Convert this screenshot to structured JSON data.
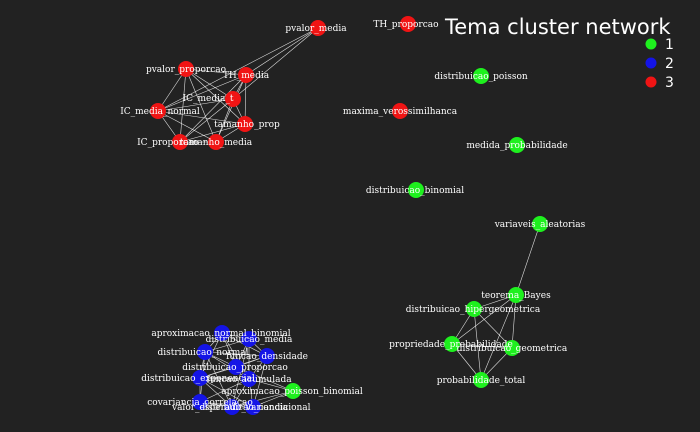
{
  "title": "Tema cluster network",
  "legend": [
    {
      "label": "1",
      "color": "#1ef01e"
    },
    {
      "label": "2",
      "color": "#1414e6"
    },
    {
      "label": "3",
      "color": "#f01414"
    }
  ],
  "colors": {
    "background": "#222222",
    "edge": "#ffffff",
    "label": "#ffffff",
    "cluster_1": "#1ef01e",
    "cluster_2": "#1414e6",
    "cluster_3": "#f01414"
  },
  "nodes": [
    {
      "id": "pvalor_media",
      "cluster": 3
    },
    {
      "id": "TH_proporcao",
      "cluster": 3
    },
    {
      "id": "pvalor_proporcao",
      "cluster": 3
    },
    {
      "id": "TH_media",
      "cluster": 3
    },
    {
      "id": "IC_media_t",
      "cluster": 3
    },
    {
      "id": "IC_media_normal",
      "cluster": 3
    },
    {
      "id": "tamanho_prop",
      "cluster": 3
    },
    {
      "id": "IC_proporcao",
      "cluster": 3
    },
    {
      "id": "tamanho_media",
      "cluster": 3
    },
    {
      "id": "maxima_verossimilhanca",
      "cluster": 3
    },
    {
      "id": "distribuicao_poisson",
      "cluster": 1
    },
    {
      "id": "medida_probabilidade",
      "cluster": 1
    },
    {
      "id": "distribuicao_binomial",
      "cluster": 1
    },
    {
      "id": "variaveis_aleatorias",
      "cluster": 1
    },
    {
      "id": "teorema_Bayes",
      "cluster": 1
    },
    {
      "id": "distribuicao_hipergeometrica",
      "cluster": 1
    },
    {
      "id": "propriedade_probabilidade",
      "cluster": 1
    },
    {
      "id": "distribuicao_geometrica",
      "cluster": 1
    },
    {
      "id": "probabilidade_total",
      "cluster": 1
    },
    {
      "id": "aproximacao_poisson_binomial",
      "cluster": 1
    },
    {
      "id": "aproximacao_normal_binomial",
      "cluster": 2
    },
    {
      "id": "distribuicao_media",
      "cluster": 2
    },
    {
      "id": "distribuicao_normal",
      "cluster": 2
    },
    {
      "id": "funcao_densidade",
      "cluster": 2
    },
    {
      "id": "distribuicao_proporcao",
      "cluster": 2
    },
    {
      "id": "distribuicao_exponencial",
      "cluster": 2
    },
    {
      "id": "funcao_acumulada",
      "cluster": 2
    },
    {
      "id": "covariancia_correlacao",
      "cluster": 2
    },
    {
      "id": "valor_esperado_variancia",
      "cluster": 2
    },
    {
      "id": "distribuicao_condicional",
      "cluster": 2
    }
  ],
  "edges": [
    [
      "pvalor_media",
      "TH_media"
    ],
    [
      "pvalor_media",
      "IC_media_t"
    ],
    [
      "pvalor_media",
      "IC_media_normal"
    ],
    [
      "pvalor_proporcao",
      "TH_media"
    ],
    [
      "pvalor_proporcao",
      "IC_media_t"
    ],
    [
      "pvalor_proporcao",
      "IC_media_normal"
    ],
    [
      "pvalor_proporcao",
      "IC_proporcao"
    ],
    [
      "pvalor_proporcao",
      "tamanho_media"
    ],
    [
      "pvalor_proporcao",
      "tamanho_prop"
    ],
    [
      "TH_media",
      "IC_media_t"
    ],
    [
      "TH_media",
      "IC_media_normal"
    ],
    [
      "TH_media",
      "tamanho_prop"
    ],
    [
      "TH_media",
      "IC_proporcao"
    ],
    [
      "TH_media",
      "tamanho_media"
    ],
    [
      "IC_media_t",
      "IC_media_normal"
    ],
    [
      "IC_media_t",
      "tamanho_prop"
    ],
    [
      "IC_media_t",
      "IC_proporcao"
    ],
    [
      "IC_media_t",
      "tamanho_media"
    ],
    [
      "IC_media_normal",
      "IC_proporcao"
    ],
    [
      "IC_media_normal",
      "tamanho_media"
    ],
    [
      "IC_media_normal",
      "tamanho_prop"
    ],
    [
      "tamanho_prop",
      "tamanho_media"
    ],
    [
      "tamanho_prop",
      "IC_proporcao"
    ],
    [
      "IC_proporcao",
      "tamanho_media"
    ],
    [
      "variaveis_aleatorias",
      "teorema_Bayes"
    ],
    [
      "teorema_Bayes",
      "distribuicao_hipergeometrica"
    ],
    [
      "teorema_Bayes",
      "propriedade_probabilidade"
    ],
    [
      "teorema_Bayes",
      "distribuicao_geometrica"
    ],
    [
      "teorema_Bayes",
      "probabilidade_total"
    ],
    [
      "distribuicao_hipergeometrica",
      "propriedade_probabilidade"
    ],
    [
      "distribuicao_hipergeometrica",
      "distribuicao_geometrica"
    ],
    [
      "distribuicao_hipergeometrica",
      "probabilidade_total"
    ],
    [
      "propriedade_probabilidade",
      "distribuicao_geometrica"
    ],
    [
      "propriedade_probabilidade",
      "probabilidade_total"
    ],
    [
      "distribuicao_geometrica",
      "probabilidade_total"
    ],
    [
      "aproximacao_normal_binomial",
      "distribuicao_media"
    ],
    [
      "aproximacao_normal_binomial",
      "distribuicao_normal"
    ],
    [
      "aproximacao_normal_binomial",
      "funcao_densidade"
    ],
    [
      "aproximacao_normal_binomial",
      "distribuicao_proporcao"
    ],
    [
      "aproximacao_normal_binomial",
      "distribuicao_exponencial"
    ],
    [
      "aproximacao_normal_binomial",
      "funcao_acumulada"
    ],
    [
      "distribuicao_media",
      "distribuicao_normal"
    ],
    [
      "distribuicao_media",
      "funcao_densidade"
    ],
    [
      "distribuicao_media",
      "distribuicao_proporcao"
    ],
    [
      "distribuicao_media",
      "funcao_acumulada"
    ],
    [
      "distribuicao_media",
      "valor_esperado_variancia"
    ],
    [
      "distribuicao_normal",
      "funcao_densidade"
    ],
    [
      "distribuicao_normal",
      "distribuicao_proporcao"
    ],
    [
      "distribuicao_normal",
      "distribuicao_exponencial"
    ],
    [
      "distribuicao_normal",
      "funcao_acumulada"
    ],
    [
      "distribuicao_normal",
      "covariancia_correlacao"
    ],
    [
      "distribuicao_normal",
      "valor_esperado_variancia"
    ],
    [
      "funcao_densidade",
      "distribuicao_proporcao"
    ],
    [
      "funcao_densidade",
      "funcao_acumulada"
    ],
    [
      "funcao_densidade",
      "distribuicao_exponencial"
    ],
    [
      "funcao_densidade",
      "distribuicao_condicional"
    ],
    [
      "distribuicao_proporcao",
      "distribuicao_exponencial"
    ],
    [
      "distribuicao_proporcao",
      "funcao_acumulada"
    ],
    [
      "distribuicao_proporcao",
      "aproximacao_poisson_binomial"
    ],
    [
      "distribuicao_exponencial",
      "funcao_acumulada"
    ],
    [
      "distribuicao_exponencial",
      "covariancia_correlacao"
    ],
    [
      "distribuicao_exponencial",
      "valor_esperado_variancia"
    ],
    [
      "distribuicao_exponencial",
      "distribuicao_condicional"
    ],
    [
      "funcao_acumulada",
      "covariancia_correlacao"
    ],
    [
      "funcao_acumulada",
      "valor_esperado_variancia"
    ],
    [
      "funcao_acumulada",
      "distribuicao_condicional"
    ],
    [
      "funcao_acumulada",
      "aproximacao_poisson_binomial"
    ],
    [
      "covariancia_correlacao",
      "valor_esperado_variancia"
    ],
    [
      "covariancia_correlacao",
      "distribuicao_condicional"
    ],
    [
      "valor_esperado_variancia",
      "distribuicao_condicional"
    ],
    [
      "aproximacao_poisson_binomial",
      "distribuicao_condicional"
    ],
    [
      "aproximacao_poisson_binomial",
      "valor_esperado_variancia"
    ]
  ]
}
